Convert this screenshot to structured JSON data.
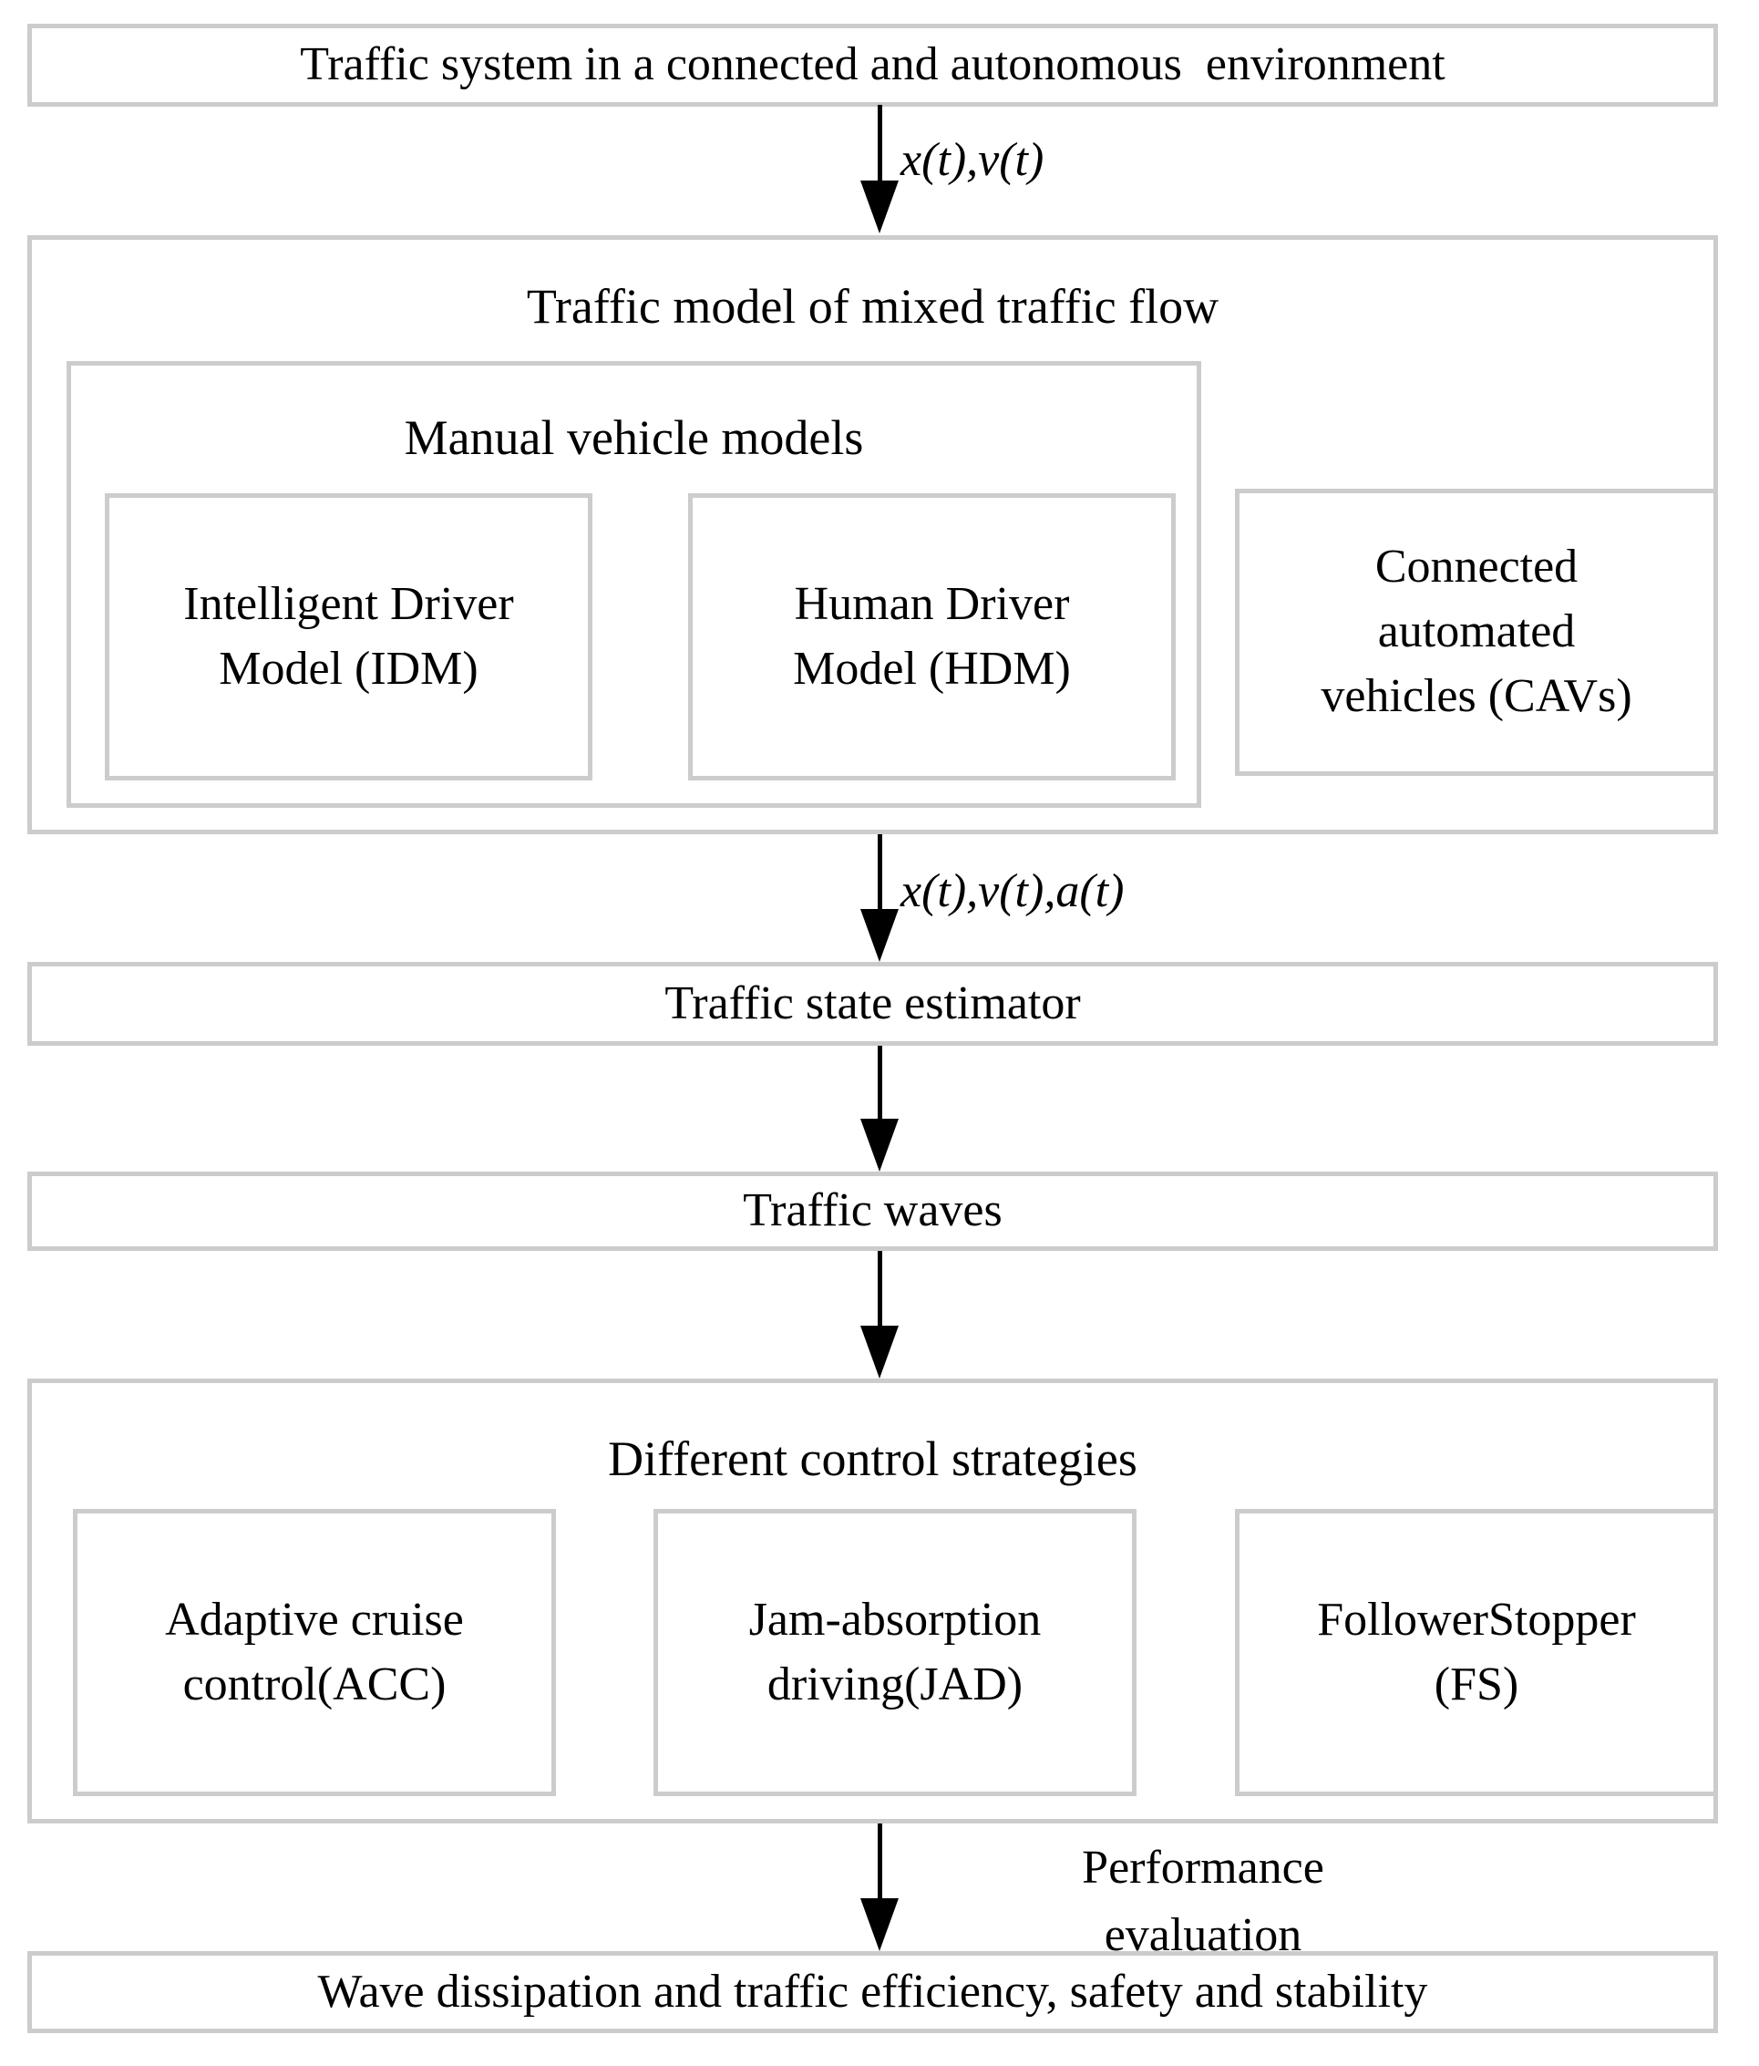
{
  "diagram": {
    "top_box": "Traffic system in a connected and autonomous  environment",
    "flow1_label": "x(t),v(t)",
    "model_section": {
      "title": "Traffic model of mixed traffic flow",
      "manual_section": {
        "title": "Manual vehicle models",
        "idm": "Intelligent Driver Model (IDM)",
        "hdm": "Human Driver Model (HDM)"
      },
      "cavs": "Connected automated vehicles (CAVs)"
    },
    "flow2_label": "x(t),v(t),a(t)",
    "estimator_box": "Traffic state estimator",
    "waves_box": "Traffic waves",
    "strategies_section": {
      "title": "Different control strategies",
      "acc": "Adaptive cruise control(ACC)",
      "jad": "Jam-absorption driving(JAD)",
      "fs": "FollowerStopper (FS)"
    },
    "flow5_label": "Performance evaluation",
    "final_box": "Wave dissipation and traffic efficiency, safety and stability",
    "colors": {
      "border": "#cccccc",
      "text": "#000000",
      "arrow": "#000000",
      "background": "#ffffff"
    }
  }
}
